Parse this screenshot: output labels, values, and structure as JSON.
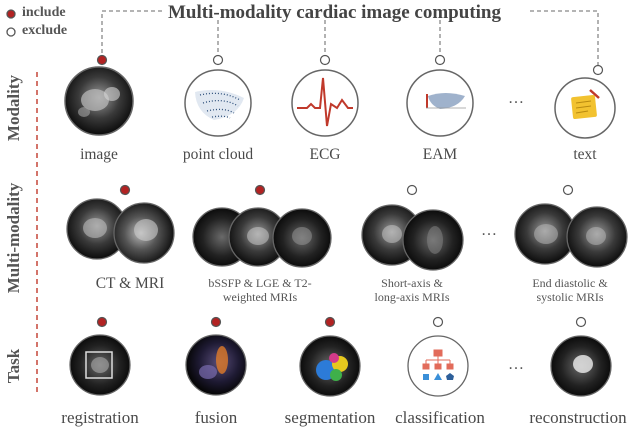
{
  "title": "Multi-modality cardiac image computing",
  "legend": {
    "include": "include",
    "exclude": "exclude",
    "include_color": "#b22222",
    "exclude_color": "#555555"
  },
  "rows": {
    "modality": "Modality",
    "multi_modality": "Multi-modality",
    "task": "Task"
  },
  "modality_items": [
    "image",
    "point cloud",
    "ECG",
    "EAM",
    "text"
  ],
  "modality_status": [
    "include",
    "exclude",
    "exclude",
    "exclude",
    "exclude"
  ],
  "multi_items": [
    {
      "line1": "CT & MRI",
      "line2": ""
    },
    {
      "line1": "bSSFP & LGE & T2-",
      "line2": "weighted MRIs"
    },
    {
      "line1": "Short-axis &",
      "line2": "long-axis MRIs"
    },
    {
      "line1": "End diastolic &",
      "line2": "systolic MRIs"
    }
  ],
  "multi_status": [
    "include",
    "include",
    "exclude",
    "exclude"
  ],
  "task_items": [
    "registration",
    "fusion",
    "segmentation",
    "classification",
    "reconstruction"
  ],
  "task_status": [
    "include",
    "include",
    "include",
    "exclude",
    "exclude"
  ],
  "ellipsis": "…",
  "icons": {
    "image": "cardiac-ct-image-icon",
    "point_cloud": "point-cloud-icon",
    "ecg": "ecg-waveform-icon",
    "eam": "eam-map-icon",
    "text": "sticky-note-icon",
    "classification": "flowchart-icon"
  }
}
